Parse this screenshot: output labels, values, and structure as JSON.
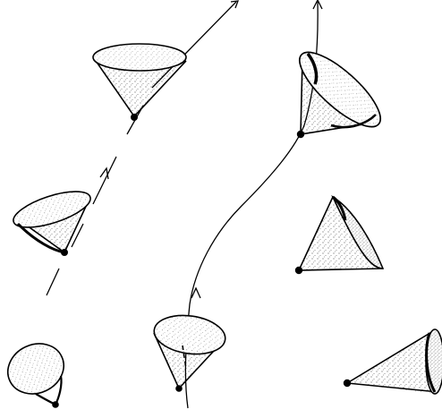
{
  "figure": {
    "kind": "light-cone illustration",
    "ink_color": "#000000",
    "background_color": "#ffffff",
    "paths": [
      {
        "name": "worldline-left",
        "style": "dashed",
        "arrows": 2
      },
      {
        "name": "worldline-right",
        "style": "solid-curve",
        "arrows": 2
      }
    ],
    "cones": [
      {
        "name": "cone-top-left",
        "orientation": "upright"
      },
      {
        "name": "cone-mid-left",
        "orientation": "tilted-right"
      },
      {
        "name": "cone-bottom-left",
        "orientation": "tilted-left"
      },
      {
        "name": "cone-top-right",
        "orientation": "tilted-right"
      },
      {
        "name": "cone-mid-right",
        "orientation": "tilted-strong"
      },
      {
        "name": "cone-bottom-center",
        "orientation": "upright"
      },
      {
        "name": "cone-bottom-right",
        "orientation": "tipped-over"
      }
    ]
  }
}
